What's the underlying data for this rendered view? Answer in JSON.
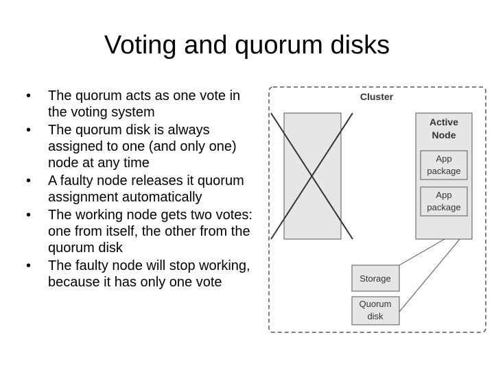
{
  "slide": {
    "title": "Voting and quorum disks",
    "bullets": [
      "The quorum acts as one vote in the voting system",
      "The quorum disk is always assigned to one (and only one) node at any time",
      "A faulty node releases it quorum assignment automatically",
      "The working node gets two votes: one from itself, the other from the quorum disk",
      "The faulty node will stop working, because it has only one vote"
    ]
  },
  "diagram": {
    "cluster_label": "Cluster",
    "active_node_label": [
      "Active",
      "Node"
    ],
    "app_package_1": [
      "App",
      "package"
    ],
    "app_package_2": [
      "App",
      "package"
    ],
    "storage_label": "Storage",
    "quorum_disk_label": [
      "Quorum",
      "disk"
    ],
    "colors": {
      "box_fill": "#e6e6e6",
      "stroke": "#555555",
      "text": "#333333"
    }
  }
}
